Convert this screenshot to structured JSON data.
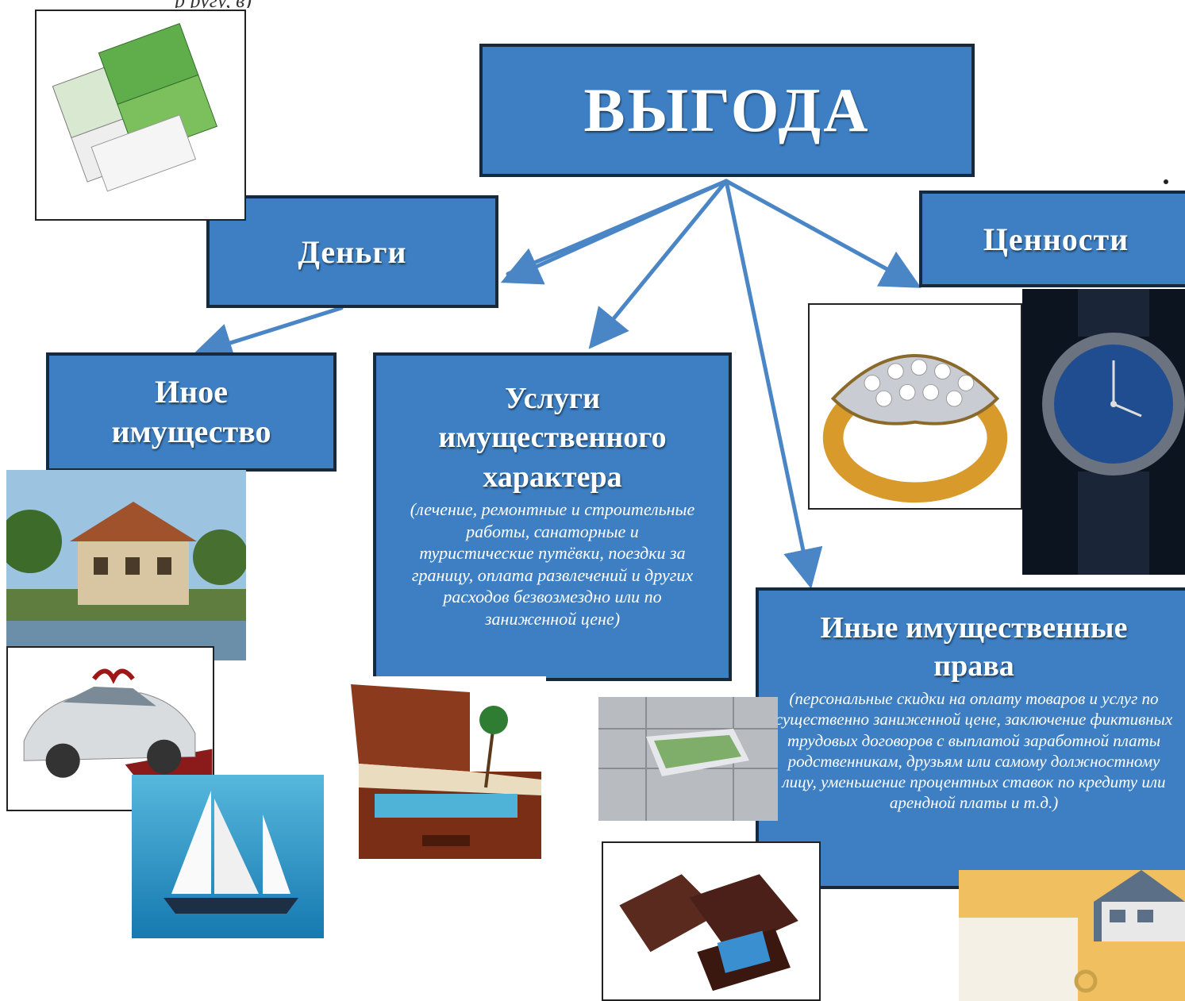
{
  "top_text": "р                                  ругу, в)",
  "nodes": {
    "root": {
      "title": "ВЫГОДА"
    },
    "money": {
      "title": "Деньги"
    },
    "values": {
      "title": "Ценности"
    },
    "other_property": {
      "title": "Иное имущество"
    },
    "services": {
      "title": "Услуги имущественного характера",
      "description": "(лечение, ремонтные и строительные работы, санаторные и туристические путёвки, поездки за границу, оплата развлечений и других расходов безвозмездно или по заниженной цене)"
    },
    "other_rights": {
      "title": "Иные имущественные права",
      "description": "(персональные скидки на оплату товаров и услуг по существенно заниженной цене, заключение фиктивных трудовых договоров с выплатой заработной платы родственникам, друзьям или самому должностному лицу, уменьшение процентных ставок по кредиту или арендной платы и т.д.)"
    }
  },
  "colors": {
    "box_fill": "#3d7fc2",
    "box_border": "#16293d",
    "arrow": "#4a86c5"
  },
  "images": [
    "euro-banknotes",
    "villa-house",
    "gift-car",
    "sailing-yacht",
    "suitcase-beach",
    "diamond-ring",
    "luxury-watch",
    "bank-vault-money",
    "jewelry-box-card",
    "house-keys"
  ]
}
